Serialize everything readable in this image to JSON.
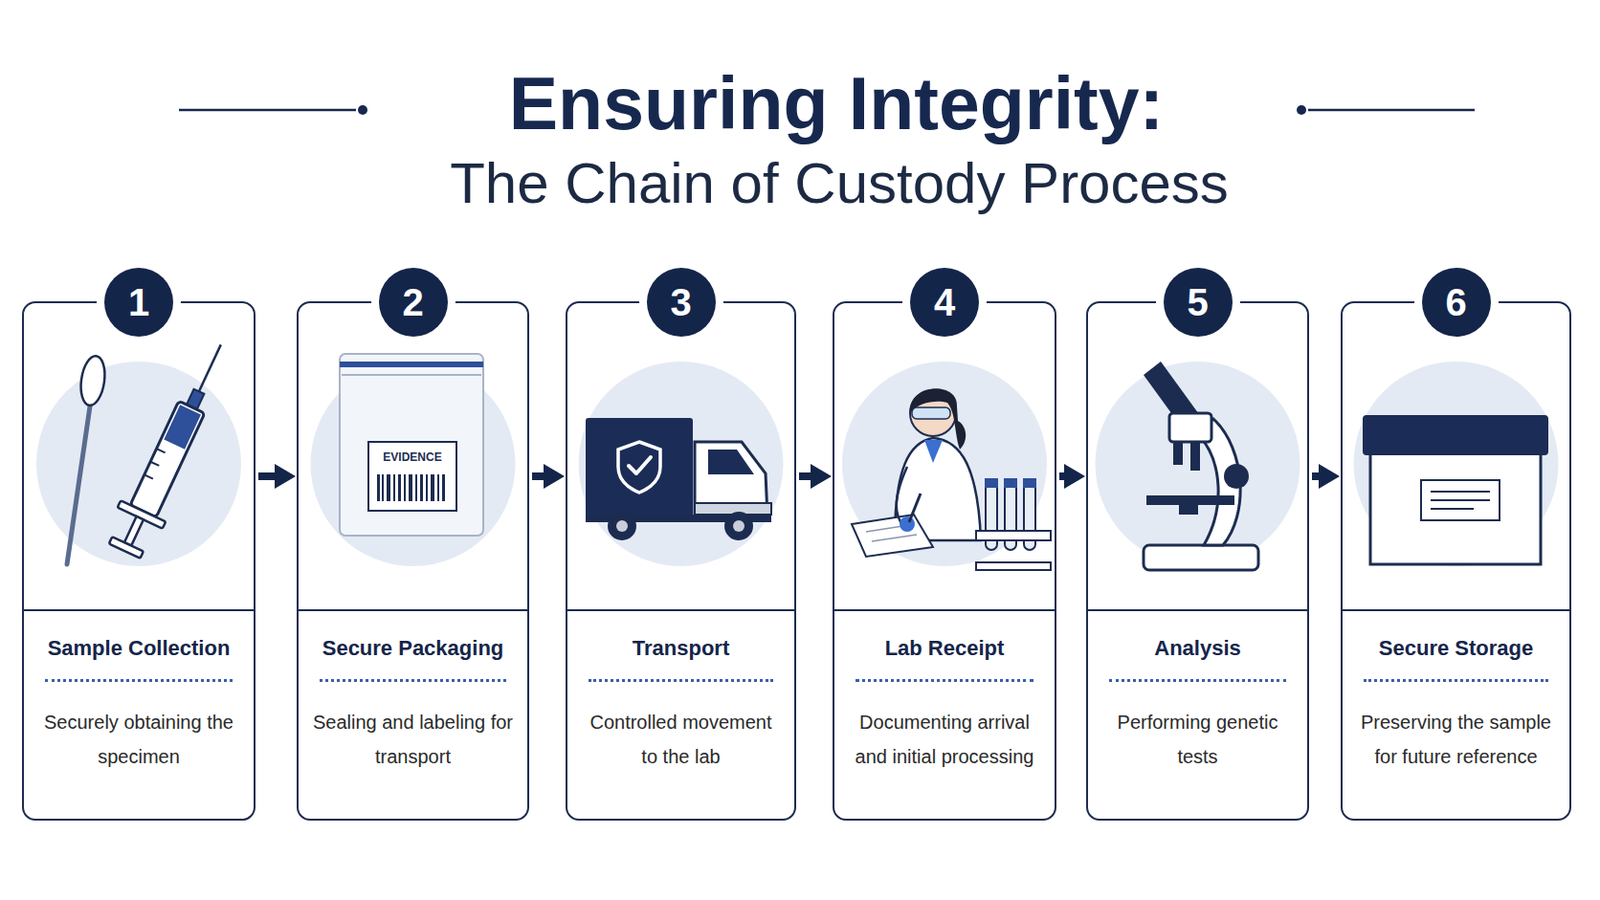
{
  "diagram": {
    "title": "Ensuring Integrity:",
    "nodes": [
      {
        "text": [
          "1",
          "Sample Collection",
          "Securely obtaining the specimen"
        ]
      },
      {
        "text": [
          "2",
          "Secure Packaging",
          "Sealing and labeling for transport"
        ]
      },
      {
        "text": [
          "3",
          "Transport",
          "Controlled movement to the lab"
        ]
      },
      {
        "text": [
          "4",
          "Lab Receipt",
          "Documenting arrival and initial processing"
        ]
      },
      {
        "text": [
          "5",
          "Analysis",
          "Performing genetic tests"
        ]
      },
      {
        "text": [
          "6",
          "Secure Storage",
          "Preserving the sample for future reference"
        ]
      }
    ],
    "edges": [
      {
        "from": 0,
        "to": 1,
        "arrow": "to"
      },
      {
        "from": 1,
        "to": 2,
        "arrow": "to"
      },
      {
        "from": 2,
        "to": 3,
        "arrow": "to"
      },
      {
        "from": 3,
        "to": 4,
        "arrow": "to"
      },
      {
        "from": 4,
        "to": 5,
        "arrow": "to"
      }
    ],
    "labels": [
      "The Chain of Custody Process",
      "EVIDENCE"
    ]
  }
}
